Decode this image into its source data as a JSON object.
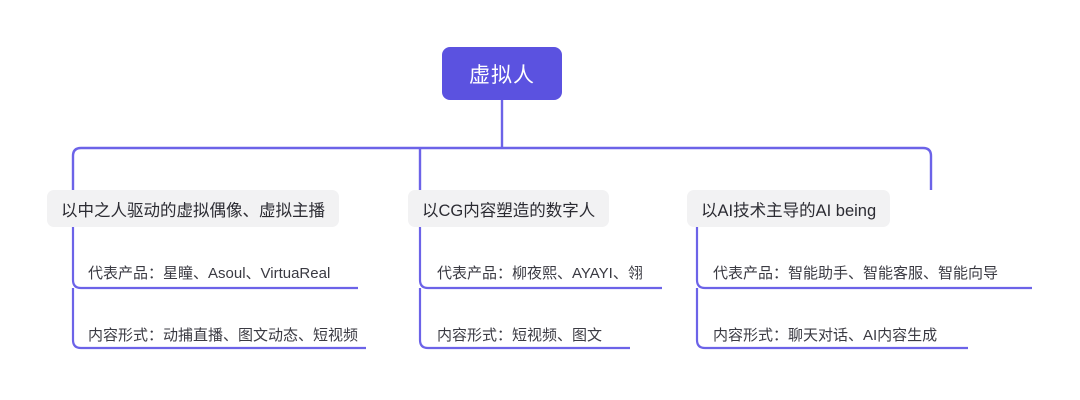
{
  "diagram": {
    "type": "tree",
    "root": {
      "label": "虚拟人"
    },
    "branches": [
      {
        "label": "以中之人驱动的虚拟偶像、虚拟主播",
        "leaves": [
          "代表产品：星瞳、Asoul、VirtuaReal",
          "内容形式：动捕直播、图文动态、短视频"
        ]
      },
      {
        "label": "以CG内容塑造的数字人",
        "leaves": [
          "代表产品：柳夜熙、AYAYI、翎",
          "内容形式：短视频、图文"
        ]
      },
      {
        "label": "以AI技术主导的AI being",
        "leaves": [
          "代表产品：智能助手、智能客服、智能向导",
          "内容形式：聊天对话、AI内容生成"
        ]
      }
    ],
    "colors": {
      "accent": "#5B52E0",
      "connector": "#6C63E8",
      "branch_background": "#f2f2f3",
      "root_text": "#ffffff",
      "body_text": "#3a3a42",
      "page_background": "#ffffff"
    }
  }
}
